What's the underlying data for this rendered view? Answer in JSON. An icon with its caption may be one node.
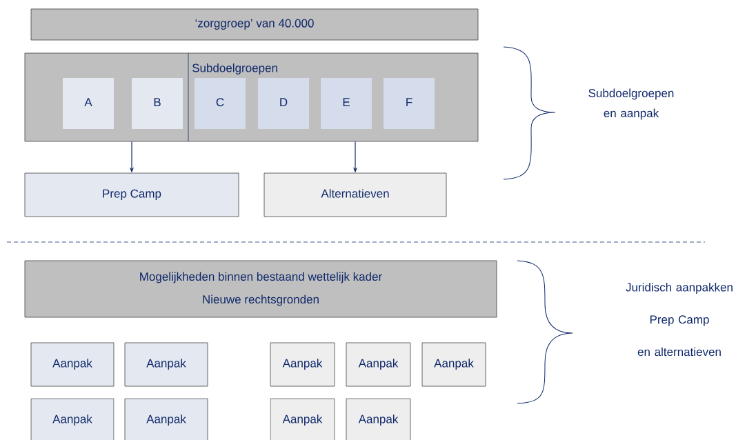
{
  "diagram": {
    "nodes": [
      {
        "text": [
          "‘zorggroep’ van 40.000"
        ]
      },
      {
        "text": [
          "Subdoelgroepen"
        ]
      },
      {
        "text": [
          "A"
        ],
        "in": 1
      },
      {
        "text": [
          "B"
        ],
        "in": 1
      },
      {
        "text": [
          "C"
        ],
        "in": 1
      },
      {
        "text": [
          "D"
        ],
        "in": 1
      },
      {
        "text": [
          "E"
        ],
        "in": 1
      },
      {
        "text": [
          "F"
        ],
        "in": 1
      },
      {
        "text": [
          "Prep Camp"
        ]
      },
      {
        "text": [
          "Alternatieven"
        ]
      },
      {
        "text": [
          "Mogelijkheden binnen bestaand wettelijk kader",
          "Nieuwe rechtsgronden"
        ]
      },
      {
        "text": [
          "Aanpak"
        ]
      },
      {
        "text": [
          "Aanpak"
        ]
      },
      {
        "text": [
          "Aanpak"
        ]
      },
      {
        "text": [
          "Aanpak"
        ]
      },
      {
        "text": [
          "Aanpak"
        ]
      },
      {
        "text": [
          "Aanpak"
        ]
      },
      {
        "text": [
          "Aanpak"
        ]
      },
      {
        "text": [
          "Aanpak"
        ]
      },
      {
        "text": [
          "Aanpak"
        ]
      }
    ],
    "edges": [
      {
        "from": 1,
        "to": 8,
        "arrow": "to"
      },
      {
        "from": 1,
        "to": 9,
        "arrow": "to"
      }
    ],
    "labels": [
      "Subdoelgroepen en aanpak",
      "Juridisch aanpakken",
      "Prep Camp",
      "en alternatieven"
    ]
  }
}
